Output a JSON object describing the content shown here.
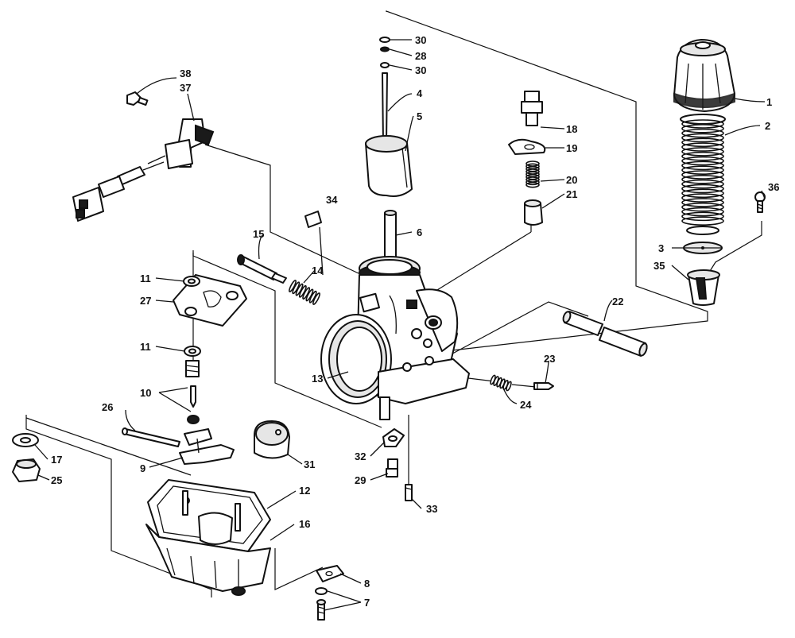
{
  "diagram": {
    "callouts": [
      {
        "id": "1",
        "label": "1"
      },
      {
        "id": "2",
        "label": "2"
      },
      {
        "id": "3",
        "label": "3"
      },
      {
        "id": "4",
        "label": "4"
      },
      {
        "id": "5",
        "label": "5"
      },
      {
        "id": "6",
        "label": "6"
      },
      {
        "id": "7",
        "label": "7"
      },
      {
        "id": "8",
        "label": "8"
      },
      {
        "id": "9",
        "label": "9"
      },
      {
        "id": "10",
        "label": "10"
      },
      {
        "id": "11a",
        "label": "11"
      },
      {
        "id": "11b",
        "label": "11"
      },
      {
        "id": "12",
        "label": "12"
      },
      {
        "id": "13",
        "label": "13"
      },
      {
        "id": "14",
        "label": "14"
      },
      {
        "id": "15",
        "label": "15"
      },
      {
        "id": "16",
        "label": "16"
      },
      {
        "id": "17",
        "label": "17"
      },
      {
        "id": "18",
        "label": "18"
      },
      {
        "id": "19",
        "label": "19"
      },
      {
        "id": "20",
        "label": "20"
      },
      {
        "id": "21",
        "label": "21"
      },
      {
        "id": "22",
        "label": "22"
      },
      {
        "id": "23",
        "label": "23"
      },
      {
        "id": "24",
        "label": "24"
      },
      {
        "id": "25",
        "label": "25"
      },
      {
        "id": "26",
        "label": "26"
      },
      {
        "id": "27",
        "label": "27"
      },
      {
        "id": "28",
        "label": "28"
      },
      {
        "id": "29",
        "label": "29"
      },
      {
        "id": "30a",
        "label": "30"
      },
      {
        "id": "30b",
        "label": "30"
      },
      {
        "id": "31",
        "label": "31"
      },
      {
        "id": "32",
        "label": "32"
      },
      {
        "id": "33",
        "label": "33"
      },
      {
        "id": "34",
        "label": "34"
      },
      {
        "id": "35",
        "label": "35"
      },
      {
        "id": "36",
        "label": "36"
      },
      {
        "id": "37",
        "label": "37"
      },
      {
        "id": "38",
        "label": "38"
      }
    ]
  }
}
